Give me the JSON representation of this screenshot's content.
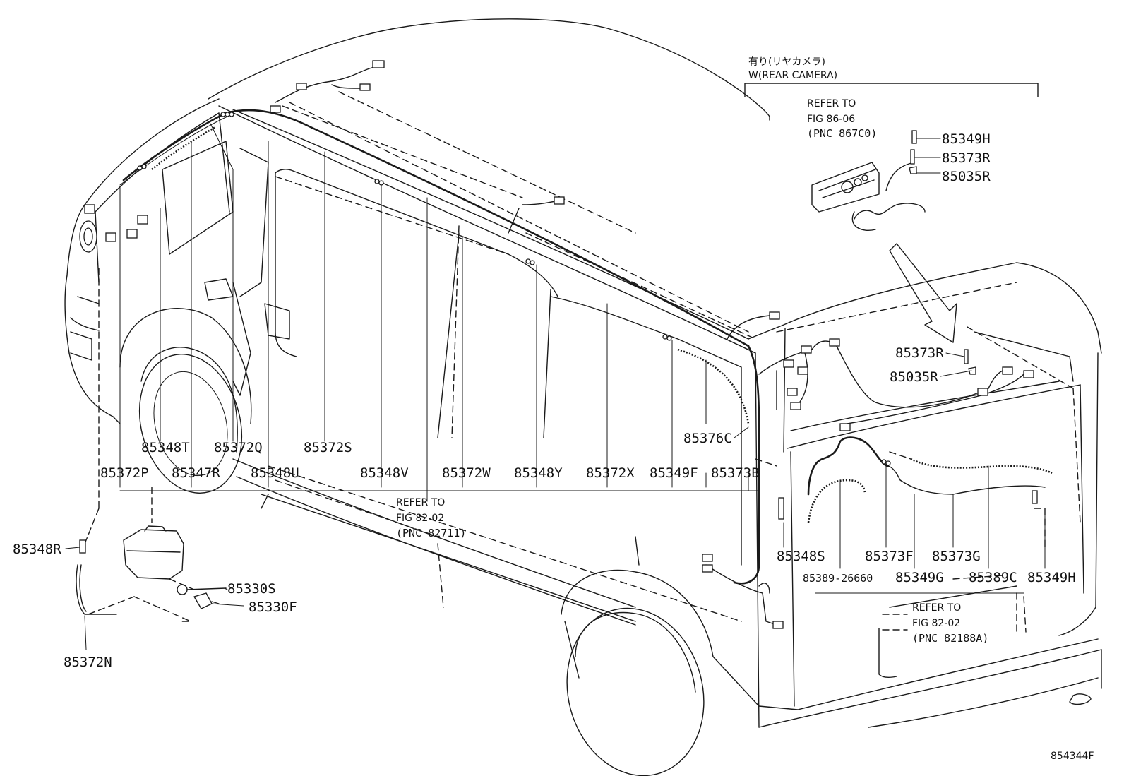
{
  "header": {
    "jp_condition": "有り(リヤカメラ)",
    "condition": "W(REAR CAMERA)"
  },
  "refs": {
    "fig_86": {
      "line1": "REFER TO",
      "line2": "FIG 86-06",
      "line3": "(PNC 867C0)"
    },
    "fig_82_mid": {
      "line1": "REFER TO",
      "line2": "FIG 82-02",
      "line3": "(PNC 82711)"
    },
    "fig_82_rear": {
      "line1": "REFER TO",
      "line2": "FIG 82-02",
      "line3": "(PNC 82188A)"
    }
  },
  "parts": {
    "p85349H_top": "85349H",
    "p85373R_top": "85373R",
    "p85035R_top": "85035R",
    "p85373R_mid": "85373R",
    "p85035R_mid": "85035R",
    "p85348T": "85348T",
    "p85372Q": "85372Q",
    "p85372S": "85372S",
    "p85376C": "85376C",
    "p85372P": "85372P",
    "p85347R": "85347R",
    "p85348U": "85348U",
    "p85348V": "85348V",
    "p85372W": "85372W",
    "p85348Y": "85348Y",
    "p85372X": "85372X",
    "p85349F": "85349F",
    "p85373B": "85373B",
    "p85348R": "85348R",
    "p85330S": "85330S",
    "p85330F": "85330F",
    "p85372N": "85372N",
    "p85348S": "85348S",
    "p85373F": "85373F",
    "p85373G": "85373G",
    "p85389_26660": "85389-26660",
    "p85349G": "85349G",
    "p85389C": "85389C",
    "p85349H_bot": "85349H"
  },
  "figure_id": "854344F"
}
